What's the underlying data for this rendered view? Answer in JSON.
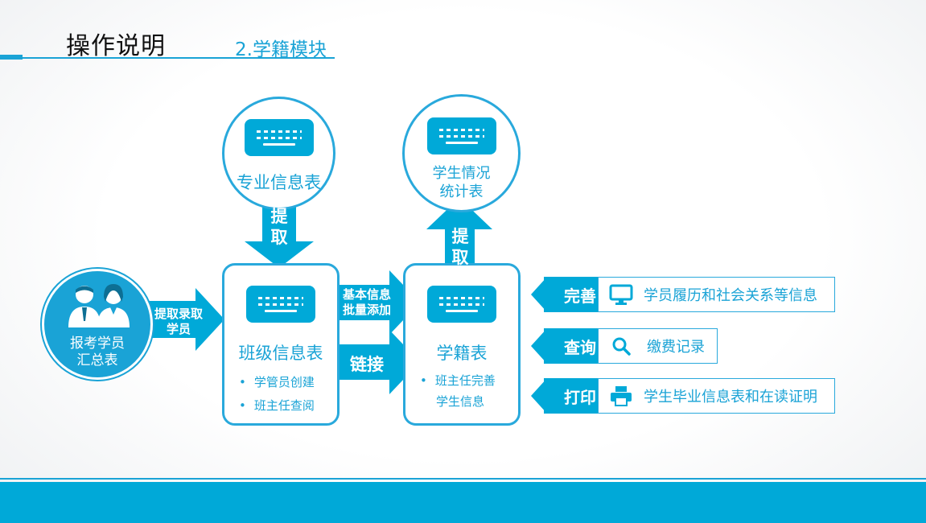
{
  "header": {
    "title": "操作说明",
    "subtitle": "2.学籍模块"
  },
  "circles": {
    "major_table": "专业信息表",
    "stats_line1": "学生情况",
    "stats_line2": "统计表",
    "applicants_line1": "报考学员",
    "applicants_line2": "汇总表"
  },
  "boxes": {
    "class_table": {
      "title": "班级信息表",
      "bullets": [
        "学管员创建",
        "班主任查阅"
      ]
    },
    "roll_table": {
      "title": "学籍表",
      "bullets_line1": "班主任完善",
      "bullets_line2": "学生信息"
    }
  },
  "arrows": {
    "extract_down": [
      "提",
      "取"
    ],
    "extract_up": [
      "提",
      "取"
    ],
    "enroll_line1": "提取录取",
    "enroll_line2": "学员",
    "batch_line1": "基本信息",
    "batch_line2": "批量添加",
    "link": "链接"
  },
  "actions": [
    {
      "tag": "完善",
      "icon": "monitor-icon",
      "text": "学员履历和社会关系等信息"
    },
    {
      "tag": "查询",
      "icon": "search-icon",
      "text": "缴费记录"
    },
    {
      "tag": "打印",
      "icon": "printer-icon",
      "text": "学生毕业信息表和在读证明"
    }
  ],
  "colors": {
    "accent": "#00a9d8",
    "text_accent": "#1aa3d6"
  }
}
